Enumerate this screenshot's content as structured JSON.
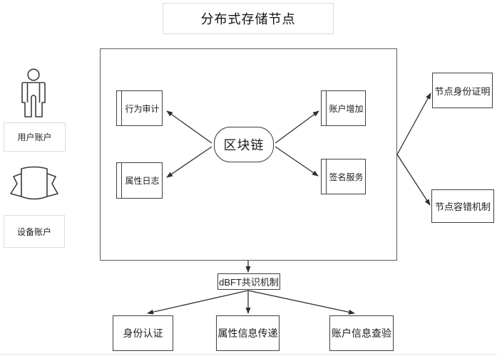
{
  "title": "分布式存储节点",
  "left_panel": {
    "user_account_label": "用户账户",
    "device_account_label": "设备账户",
    "icons": {
      "user": "person-outline",
      "device": "scroll-banner"
    }
  },
  "container": {
    "blockchain_label": "区块链",
    "modules": {
      "behavior_audit": "行为审计",
      "attribute_log": "属性日志",
      "account_add": "账户增加",
      "signature_service": "签名服务"
    }
  },
  "right_panel": {
    "node_identity": "节点身份证明",
    "node_fault_tolerance": "节点容错机制"
  },
  "bottom": {
    "consensus": "dBFT共识机制",
    "identity_auth": "身份认证",
    "attribute_transfer": "属性信息传递",
    "account_verify": "账户信息查验"
  },
  "colors": {
    "line": "#2f2f2f",
    "box_border": "#3f3f3f",
    "light_border": "#dcdcdc",
    "background": "#ffffff"
  }
}
